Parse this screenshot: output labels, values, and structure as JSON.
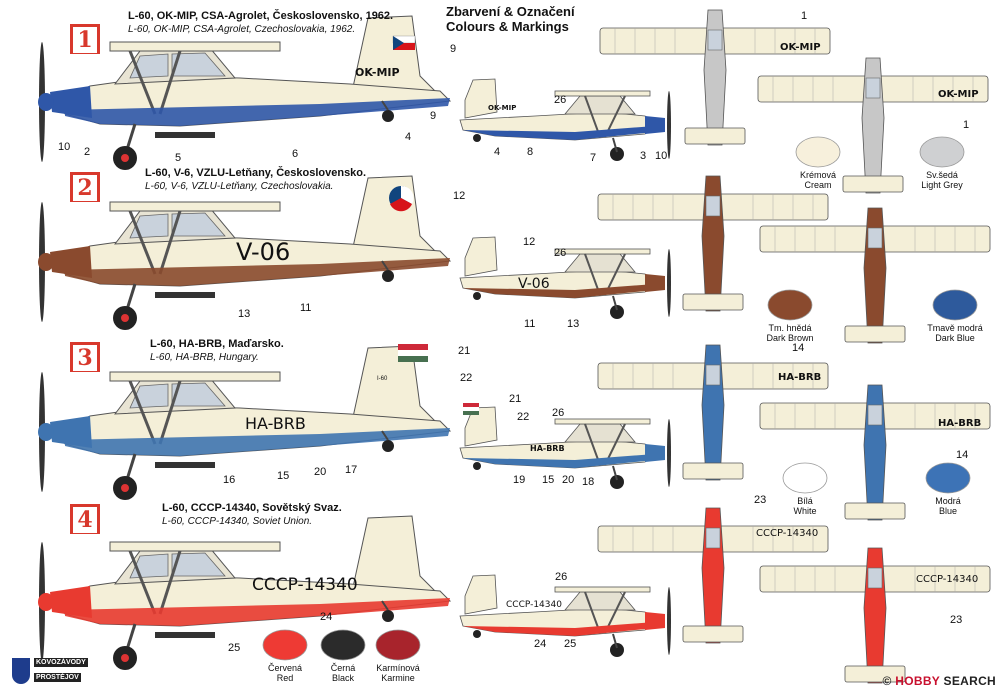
{
  "header": {
    "title_cz": "Zbarvení & Označení",
    "title_en": "Colours & Markings"
  },
  "schemes": [
    {
      "number": "1",
      "caption_cz": "L-60, OK-MIP, CSA-Agrolet, Československo, 1962.",
      "caption_en": "L-60, OK-MIP, CSA-Agrolet, Czechoslovakia, 1962.",
      "registration": "OK-MIP",
      "side_callouts": [
        "9",
        "10",
        "2",
        "5",
        "6",
        "4"
      ],
      "mini_callouts": [
        "9",
        "26",
        "4",
        "8",
        "7",
        "3",
        "10"
      ],
      "top_callouts": [
        "1",
        "1"
      ],
      "colors": {
        "body": "#f4efd8",
        "trim": "#2f57a8"
      }
    },
    {
      "number": "2",
      "caption_cz": "L-60, V-6, VZLU-Letňany, Československo.",
      "caption_en": "L-60, V-6, VZLU-Letňany, Czechoslovakia.",
      "registration": "V-06",
      "side_callouts": [
        "12",
        "13",
        "11"
      ],
      "mini_callouts": [
        "12",
        "26",
        "11",
        "13"
      ],
      "colors": {
        "body": "#f4efd8",
        "trim": "#8a4a2e"
      }
    },
    {
      "number": "3",
      "caption_cz": "L-60, HA-BRB, Maďarsko.",
      "caption_en": "L-60, HA-BRB, Hungary.",
      "registration": "HA-BRB",
      "fin_code": "I-60",
      "side_callouts": [
        "21",
        "22",
        "16",
        "15",
        "20",
        "17"
      ],
      "mini_callouts": [
        "21",
        "22",
        "26",
        "19",
        "15",
        "20",
        "18"
      ],
      "top_callouts": [
        "14",
        "14"
      ],
      "colors": {
        "body": "#f4efd8",
        "trim": "#3f74b0"
      }
    },
    {
      "number": "4",
      "caption_cz": "L-60, CCCP-14340, Sovětský Svaz.",
      "caption_en": "L-60, CCCP-14340, Soviet Union.",
      "registration": "CCCP-14340",
      "side_callouts": [
        "24",
        "25"
      ],
      "mini_callouts": [
        "26",
        "24",
        "25"
      ],
      "top_callouts": [
        "23",
        "23"
      ],
      "colors": {
        "body": "#f4efd8",
        "trim": "#e83a30"
      }
    }
  ],
  "swatches": [
    {
      "cz": "Krémová",
      "en": "Cream",
      "color": "#f7f0dc"
    },
    {
      "cz": "Sv.šedá",
      "en": "Light Grey",
      "color": "#cfd0d2"
    },
    {
      "cz": "Tm. hnědá",
      "en": "Dark Brown",
      "color": "#8a4a2e"
    },
    {
      "cz": "Tmavě modrá",
      "en": "Dark Blue",
      "color": "#2e5a9c"
    },
    {
      "cz": "Bílá",
      "en": "White",
      "color": "#ffffff"
    },
    {
      "cz": "Modrá",
      "en": "Blue",
      "color": "#3d73b6"
    },
    {
      "cz": "Červená",
      "en": "Red",
      "color": "#ee3a34"
    },
    {
      "cz": "Černá",
      "en": "Black",
      "color": "#2b2b2b"
    },
    {
      "cz": "Karmínová",
      "en": "Karmine",
      "color": "#a8242c"
    }
  ],
  "logo": {
    "line1": "KOVOZÁVODY",
    "line2": "PROSTĚJOV"
  },
  "watermark": {
    "brand": "HOBBY",
    "suffix": " SEARCH",
    "symbol": "©"
  }
}
